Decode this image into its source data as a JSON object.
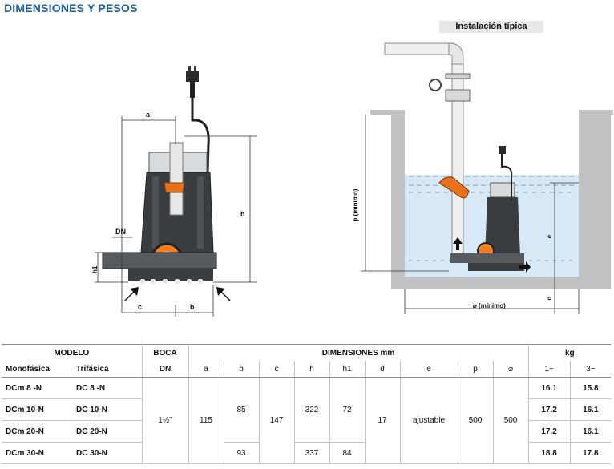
{
  "header": {
    "title": "DIMENSIONES Y PESOS",
    "install_caption": "Instalación típica"
  },
  "drawing_labels": {
    "a": "a",
    "b": "b",
    "c": "c",
    "h": "h",
    "h1": "h1",
    "DN": "DN",
    "p": "p (mínimo)",
    "e": "e",
    "d": "d",
    "min_width": "⌀ (mínimo)"
  },
  "table": {
    "group_headers": {
      "modelo": "MODELO",
      "boca": "BOCA",
      "dimensiones": "DIMENSIONES mm",
      "kg": "kg"
    },
    "sub_headers": {
      "monofasica": "Monofásica",
      "trifasica": "Trifásica",
      "dn": "DN",
      "a": "a",
      "b": "b",
      "c": "c",
      "h": "h",
      "h1": "h1",
      "d": "d",
      "e": "e",
      "p": "p",
      "diam": "⌀",
      "kg1": "1~",
      "kg3": "3~"
    },
    "rows": [
      {
        "mono": "DCm 8  -N",
        "tri": "DC 8  -N",
        "kg1": "16.1",
        "kg3": "15.8"
      },
      {
        "mono": "DCm 10-N",
        "tri": "DC 10-N",
        "kg1": "17.2",
        "kg3": "16.1"
      },
      {
        "mono": "DCm 20-N",
        "tri": "DC 20-N",
        "kg1": "17.2",
        "kg3": "16.1"
      },
      {
        "mono": "DCm 30-N",
        "tri": "DC 30-N",
        "kg1": "18.8",
        "kg3": "17.8"
      }
    ],
    "shared": {
      "dn": "1½\"",
      "a": "115",
      "b_1": "85",
      "b_2": "93",
      "c": "147",
      "h_1": "322",
      "h_2": "337",
      "h1_1": "72",
      "h1_2": "84",
      "d": "17",
      "e": "ajustable",
      "p": "500",
      "diam": "500"
    }
  }
}
